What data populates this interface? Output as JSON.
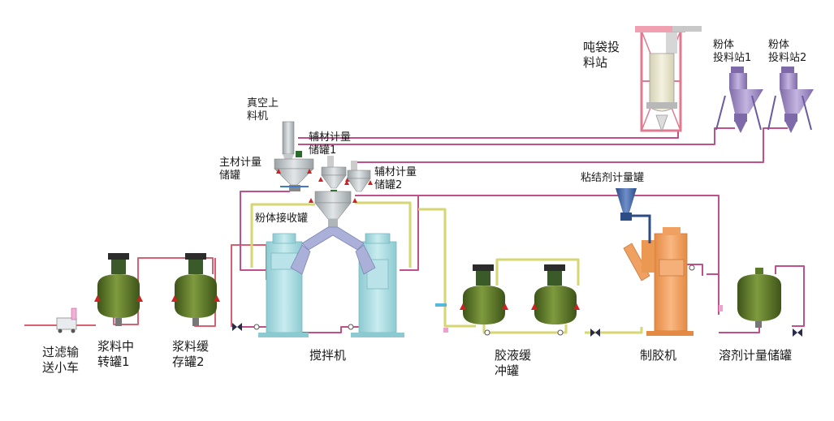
{
  "labels": {
    "ton_bag": "吨袋投\n料站",
    "powder1": "粉体\n投料站1",
    "powder2": "粉体\n投料站2",
    "vacuum": "真空上\n料机",
    "aux1": "辅材计量\n储罐1",
    "main_tank": "主材计量\n储罐",
    "aux2": "辅材计量\n储罐2",
    "powder_recv": "粉体接收罐",
    "binder_tank": "粘结剂计量罐",
    "filter_cart": "过滤输\n送小车",
    "slurry1": "浆料中\n转罐1",
    "slurry2": "浆料缓\n存罐2",
    "mixer": "搅拌机",
    "glue_buffer": "胶液缓\n冲罐",
    "glue_machine": "制胶机",
    "solvent": "溶剂计量储罐"
  },
  "colors": {
    "pipe_pink": "#c0508a",
    "pipe_yellow": "#d6d673",
    "pipe_red": "#d86070",
    "tank_green": "#5f7a2c",
    "mixer_blue": "#a9d9de",
    "glue_orange": "#f0a060",
    "station_purple": "#9a86c4",
    "frame_pink": "#e07a90"
  }
}
